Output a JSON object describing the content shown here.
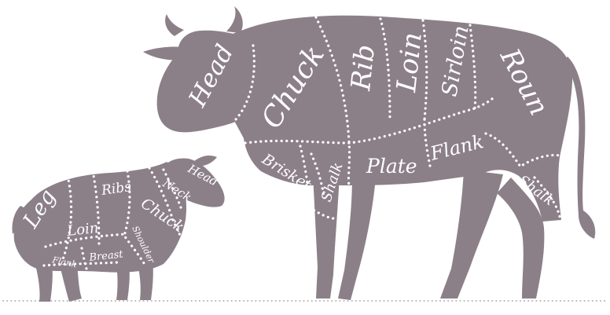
{
  "colors": {
    "silhouette": "#8c8088",
    "divider": "#ffffff",
    "ground": "#b8b2b6"
  },
  "cow": {
    "cuts": {
      "head": "Head",
      "chuck": "Chuck",
      "rib": "Rib",
      "loin": "Loin",
      "sirloin": "Sirloin",
      "round": "Roun",
      "brisket": "Brisket",
      "shank_front": "Shalk",
      "plate": "Plate",
      "flank": "Flank",
      "shank_rear": "Shalk"
    }
  },
  "lamb": {
    "cuts": {
      "head": "Head",
      "neck": "Neck",
      "ribs": "Ribs",
      "chuck": "Chuck",
      "leg": "Leg",
      "loin": "Loin",
      "shoulder": "Shoulder",
      "flank": "Flank",
      "breast": "Breast"
    }
  }
}
